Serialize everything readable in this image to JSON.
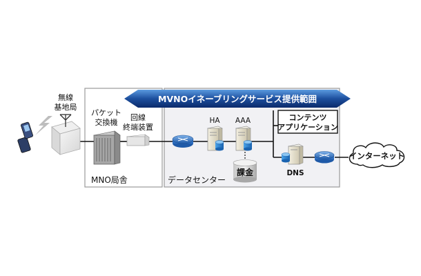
{
  "labels": {
    "base_station": [
      "無線",
      "基地局"
    ],
    "packet_switch": [
      "パケット",
      "交換機"
    ],
    "line_terminal": [
      "回線",
      "終端装置"
    ],
    "mno_office": "MNO局舎",
    "enabling_banner": "MVNOイネーブリングサービス提供範囲",
    "ha": "HA",
    "aaa": "AAA",
    "content_app": [
      "コンテンツ",
      "アプリケーション"
    ],
    "billing": "課金",
    "dns": "DNS",
    "datacenter": "データセンター",
    "internet": "インターネット"
  },
  "icons": {
    "phone": "mobile-phone-icon",
    "antenna": "antenna-icon",
    "switch": "packet-switch-icon",
    "terminal": "line-terminal-icon",
    "router": "router-icon",
    "server": "server-icon",
    "database": "database-icon",
    "cloud": "cloud-icon"
  },
  "colors": {
    "banner_dark": "#0b2a6b",
    "banner_light": "#3a7fd0",
    "router": "#2f6fc2",
    "box_border": "#9a9a9a",
    "datacenter_fill": "#f1f1f4"
  }
}
